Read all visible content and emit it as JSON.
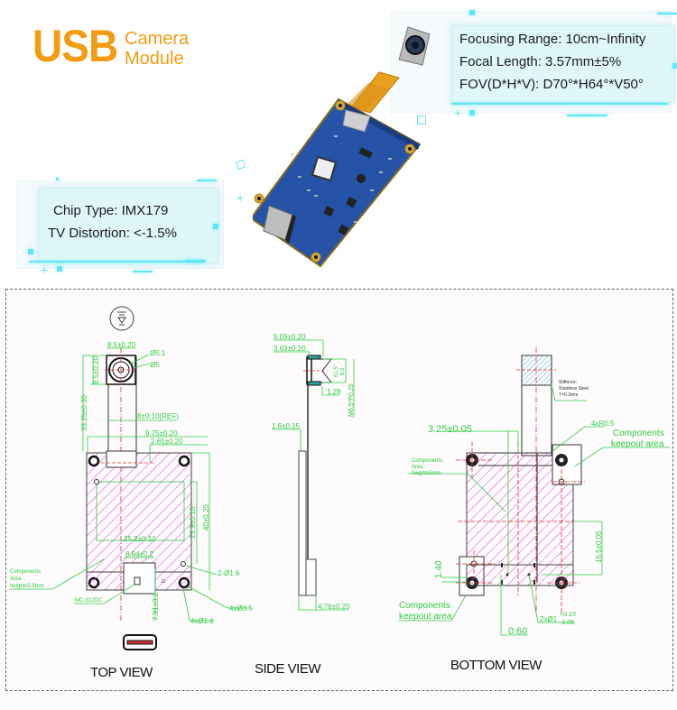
{
  "logo": {
    "usb": "USB",
    "line1": "Camera",
    "line2": "Module"
  },
  "specs_right": [
    "Focusing Range: 10cm~Infinity",
    "Focal Length: 3.57mm±5%",
    "FOV(D*H*V): D70°*H64°*V50°"
  ],
  "specs_left": [
    "Chip Type: IMX179",
    "TV Distortion: <-1.5%"
  ],
  "colors": {
    "accent": "#f39c12",
    "dimension": "#2ecc40",
    "hatch": "#e040e0",
    "centerline": "#e03030",
    "spec_box": "#dff7fb",
    "glow": "#5fe6f5"
  },
  "top_view": {
    "label": "TOP VIEW",
    "dims": {
      "lens_width": "8.5±0.20",
      "lens_height": "8.5±0.20",
      "lens_dia_outer": "Ø5.1",
      "lens_dia_inner": "Ø5",
      "total_length": "33.25±0.30",
      "fpc_width": "8±0.10(REF)",
      "offset_a": "9.75±0.20",
      "offset_b": "2.65±0.20",
      "inner_width": "25.2±0.10",
      "inner_height": "23.9±0.10",
      "board_height": "40±0.20",
      "usb_width": "8.94±0.2",
      "usb_offset": "7.91±0.2",
      "small_holes": "2-Ø1.6",
      "mount_holes_outer": "4xØ3.5",
      "mount_holes_inner": "4xØ1.6",
      "connector": "MC-312DC",
      "connector_ref": "J1",
      "components_note": [
        "Components",
        "Area",
        "heights5.5mm"
      ]
    }
  },
  "side_view": {
    "label": "SIDE VIEW",
    "dims": {
      "lens_depth": "5.09±0.20",
      "lens_body": "3.63±0.20",
      "angle": "61.5°",
      "lens_size": "6.0",
      "flange": "1.28",
      "thread": "M6.5*P0.25",
      "pcb_thickness": "1.6±0.15",
      "usb_thickness": "4.76±0.20"
    }
  },
  "bottom_view": {
    "label": "BOTTOM VIEW",
    "dims": {
      "stiffener_note": [
        "Stiffener:",
        "Stainless Steel",
        "T=0.2mm"
      ],
      "edge_offset": "3.25±0.05",
      "corner_radius": "4xR0.5",
      "keepout_top": [
        "Components",
        "keepout area"
      ],
      "keepout_bottom": [
        "Components",
        "keepout area"
      ],
      "components_note": [
        "Components",
        "Area",
        "heights5mm"
      ],
      "hole_distance": "15.5±0.05",
      "hole_offset": "1.40",
      "pin_offset": "0.60",
      "pin_holes": "2xØ1",
      "pin_tol_plus": "+0.10",
      "pin_tol_minus": "-0.05"
    }
  }
}
